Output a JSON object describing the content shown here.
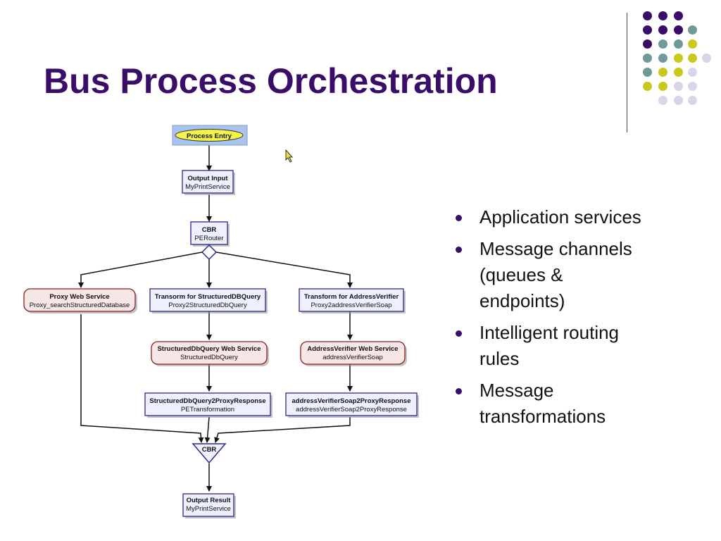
{
  "slide": {
    "title": "Bus Process Orchestration",
    "bullets": [
      "Application services",
      "Message channels (queues & endpoints)",
      "Intelligent routing rules",
      "Message transformations"
    ],
    "bullet_lines": [
      [
        "Application services"
      ],
      [
        "Message channels",
        "(queues &",
        "endpoints)"
      ],
      [
        "Intelligent routing",
        "rules"
      ],
      [
        "Message",
        "transformations"
      ]
    ]
  },
  "colors": {
    "title": "#3a0d68",
    "purple": "#3a0d68",
    "teal": "#6e9a9a",
    "yellow": "#c8c91a",
    "lavender": "#d6d6e8"
  },
  "flow": {
    "process_entry": "Process Entry",
    "output_input": {
      "title": "Output Input",
      "sub": "MyPrintService"
    },
    "cbr_top": {
      "title": "CBR",
      "sub": "PERouter"
    },
    "proxy_ws": {
      "title": "Proxy Web Service",
      "sub": "Proxy_searchStructuredDatabase"
    },
    "transform_struct": {
      "title": "Transorm for StructuredDBQuery",
      "sub": "Proxy2StructuredDbQuery"
    },
    "transform_addr": {
      "title": "Transform for AddressVerifier",
      "sub": "Proxy2addressVerifierSoap"
    },
    "struct_ws": {
      "title": "StructuredDbQuery Web Service",
      "sub": "StructuredDbQuery"
    },
    "addr_ws": {
      "title": "AddressVerifier Web Service",
      "sub": "addressVerifierSoap"
    },
    "struct_resp": {
      "title": "StructuredDbQuery2ProxyResponse",
      "sub": "PETransformation"
    },
    "addr_resp": {
      "title": "addressVerifierSoap2ProxyResponse",
      "sub": "addressVerifierSoap2ProxyResponse"
    },
    "cbr_merge": "CBR",
    "output_result": {
      "title": "Output Result",
      "sub": "MyPrintService"
    }
  }
}
